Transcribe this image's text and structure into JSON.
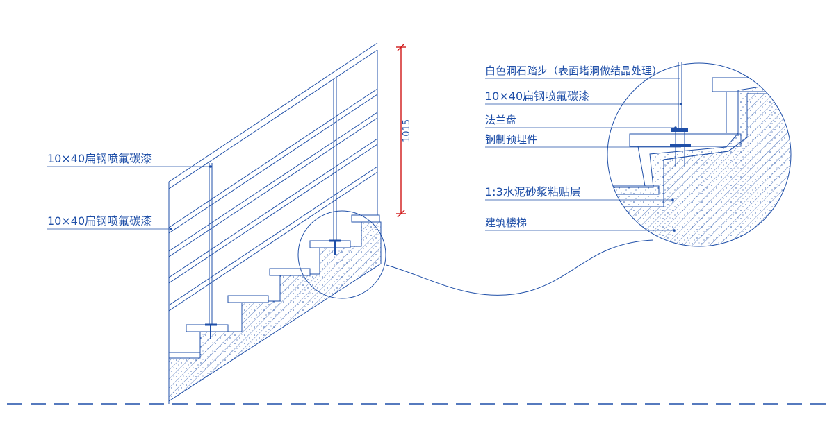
{
  "colors": {
    "line": "#1f4fa8",
    "dimension": "#d01818",
    "background": "#ffffff"
  },
  "left_labels": {
    "rail_upper": "10×40扁钢喷氟碳漆",
    "rail_lower": "10×40扁钢喷氟碳漆"
  },
  "dimension": {
    "height": "1015"
  },
  "detail_labels": {
    "tread": "白色洞石踏步（表面堵洞做结晶处理）",
    "flat_bar": "10×40扁钢喷氟碳漆",
    "flange": "法兰盘",
    "embed": "钢制预埋件",
    "mortar": "1:3水泥砂浆粘贴层",
    "stair": "建筑楼梯"
  }
}
